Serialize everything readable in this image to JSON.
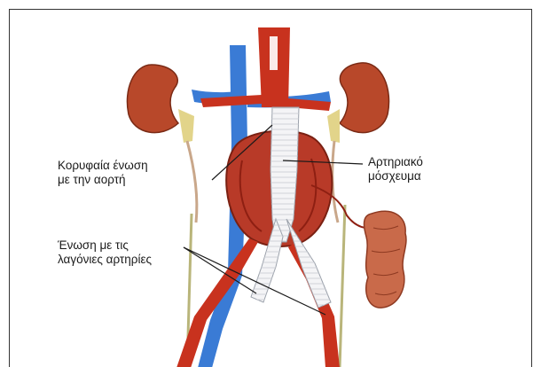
{
  "labels": {
    "proximal": {
      "line1": "Κορυφαία ένωση",
      "line2": "με την αορτή"
    },
    "graft": {
      "line1": "Αρτηριακό",
      "line2": "μόσχευμα"
    },
    "iliac": {
      "line1": "Ένωση με τις",
      "line2": "λαγόνιες αρτηρίες"
    }
  },
  "colors": {
    "artery": "#c8321e",
    "artery_dark": "#8e1f12",
    "vein": "#3a7bd5",
    "kidney": "#b8482a",
    "graft": "#f4f4f6",
    "ureter": "#e2d48a",
    "bowel": "#c96a4a",
    "text": "#1a1a1a",
    "border": "#333333"
  },
  "icons": [
    "kidney-left",
    "kidney-right",
    "aorta",
    "vena-cava",
    "aneurysm-sac",
    "bowel"
  ]
}
